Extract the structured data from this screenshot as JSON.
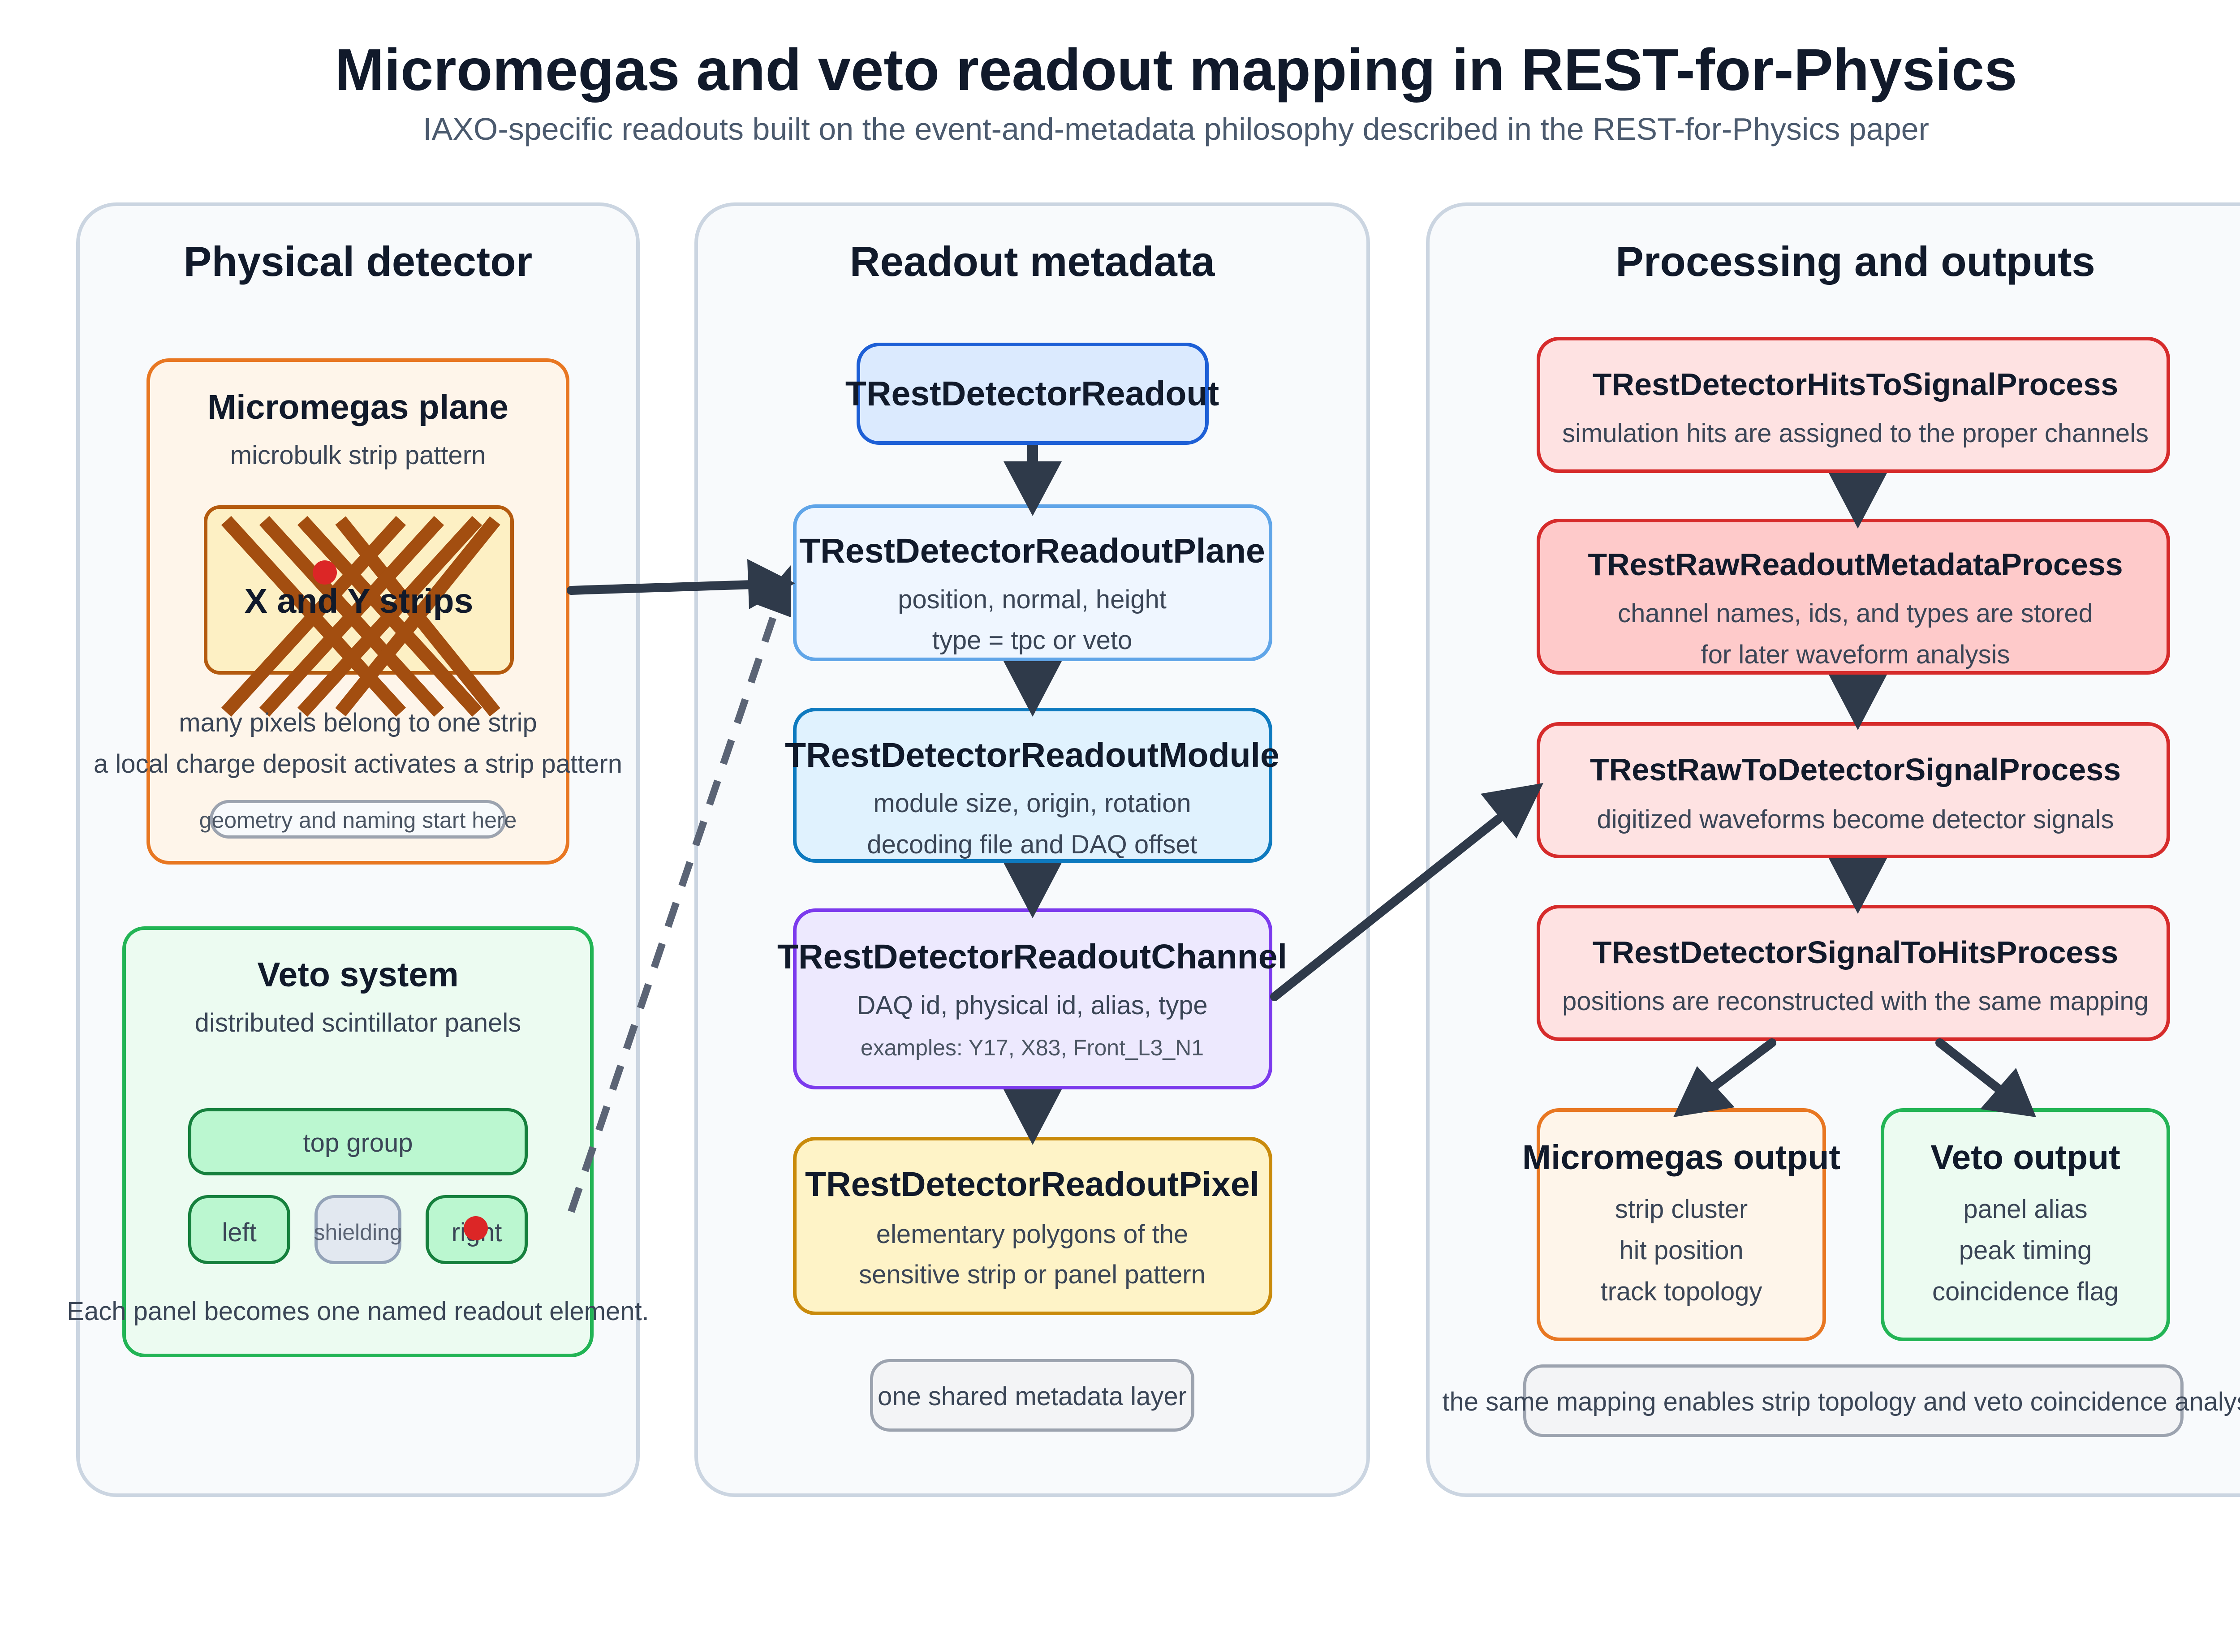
{
  "header": {
    "title": "Micromegas and veto readout mapping in REST-for-Physics",
    "subtitle": "IAXO-specific readouts built on the event-and-metadata philosophy described in the REST-for-Physics paper"
  },
  "physical": {
    "title": "Physical detector",
    "micromegas": {
      "title": "Micromegas plane",
      "subtitle": "microbulk strip pattern",
      "strips_label": "X and Y strips",
      "note1": "many pixels belong to one strip",
      "note2": "a local charge deposit activates a strip pattern",
      "tag": "geometry and naming start here"
    },
    "veto": {
      "title": "Veto system",
      "subtitle": "distributed scintillator panels",
      "top": "top group",
      "left": "left",
      "shielding": "shielding",
      "right": "right",
      "note": "Each panel becomes one named readout element."
    }
  },
  "metadata": {
    "title": "Readout metadata",
    "readout": {
      "title": "TRestDetectorReadout"
    },
    "plane": {
      "title": "TRestDetectorReadoutPlane",
      "line1": "position, normal, height",
      "line2": "type = tpc or veto"
    },
    "module": {
      "title": "TRestDetectorReadoutModule",
      "line1": "module size, origin, rotation",
      "line2": "decoding file and DAQ offset"
    },
    "channel": {
      "title": "TRestDetectorReadoutChannel",
      "line1": "DAQ id, physical id, alias, type",
      "line2": "examples: Y17, X83, Front_L3_N1"
    },
    "pixel": {
      "title": "TRestDetectorReadoutPixel",
      "line1": "elementary polygons of the",
      "line2": "sensitive strip or panel pattern"
    },
    "footer": "one shared metadata layer"
  },
  "processing": {
    "title": "Processing and outputs",
    "hits_to_signal": {
      "title": "TRestDetectorHitsToSignalProcess",
      "line1": "simulation hits are assigned to the proper channels"
    },
    "raw_metadata": {
      "title": "TRestRawReadoutMetadataProcess",
      "line1": "channel names, ids, and types are stored",
      "line2": "for later waveform analysis"
    },
    "raw_to_signal": {
      "title": "TRestRawToDetectorSignalProcess",
      "line1": "digitized waveforms become detector signals"
    },
    "signal_to_hits": {
      "title": "TRestDetectorSignalToHitsProcess",
      "line1": "positions are reconstructed with the same mapping"
    },
    "mm_output": {
      "title": "Micromegas output",
      "line1": "strip cluster",
      "line2": "hit position",
      "line3": "track topology"
    },
    "veto_output": {
      "title": "Veto output",
      "line1": "panel alias",
      "line2": "peak timing",
      "line3": "coincidence flag"
    },
    "footer": "the same mapping enables strip topology and veto coincidence analysis"
  },
  "colors": {
    "orange": "#e87722",
    "green": "#22b455",
    "blue": "#1d5fd6",
    "red": "#d62b2b",
    "purple": "#7c3aed",
    "gold": "#c98a0b",
    "arrow": "#2f3a4a"
  }
}
